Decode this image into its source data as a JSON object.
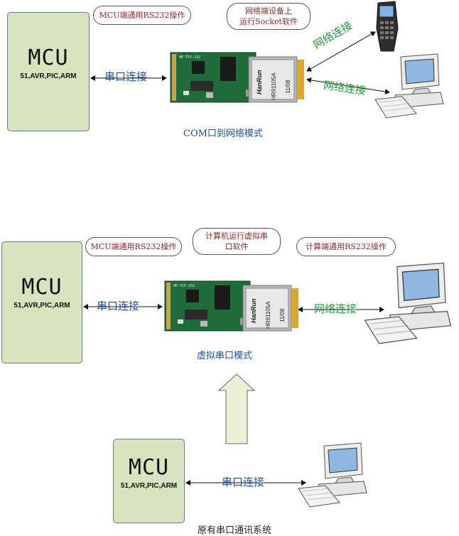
{
  "section1": {
    "mcu_title": "MCU",
    "mcu_sub": "51,AVR,PIC,ARM",
    "bubble_mcu": "MCU端通用RS232操作",
    "bubble_net_line1": "网络端设备上",
    "bubble_net_line2": "运行Socket软件",
    "serial_label": "串口连接",
    "net_label_handheld": "网络连接",
    "net_label_pc": "网络连接",
    "caption": "COM口到网络模式"
  },
  "section2": {
    "mcu_title": "MCU",
    "mcu_sub": "51,AVR,PIC,ARM",
    "bubble_mcu": "MCU端通用RS232操作",
    "bubble_pc_line1": "计算机运行虚拟串",
    "bubble_pc_line2": "口软件",
    "bubble_pc_right": "计算端通用RS232操作",
    "serial_label": "串口连接",
    "net_label": "网络连接",
    "caption": "虚拟串口模式"
  },
  "section3": {
    "mcu_title": "MCU",
    "mcu_sub": "51,AVR,PIC,ARM",
    "serial_label": "串口连接",
    "caption": "原有串口通讯系统"
  },
  "board": {
    "jack_brand": "HanRun",
    "jack_model": "HR91105A",
    "jack_date": "11/08",
    "pcb_text": "HE-TCP-232"
  },
  "colors": {
    "mcu_fill": "#d7e4bd",
    "serial_text": "#1a4fa0",
    "network_text": "#1f9b3e",
    "bubble_text": "#8b2a2a",
    "pcb_green": "#1f6b3a"
  }
}
